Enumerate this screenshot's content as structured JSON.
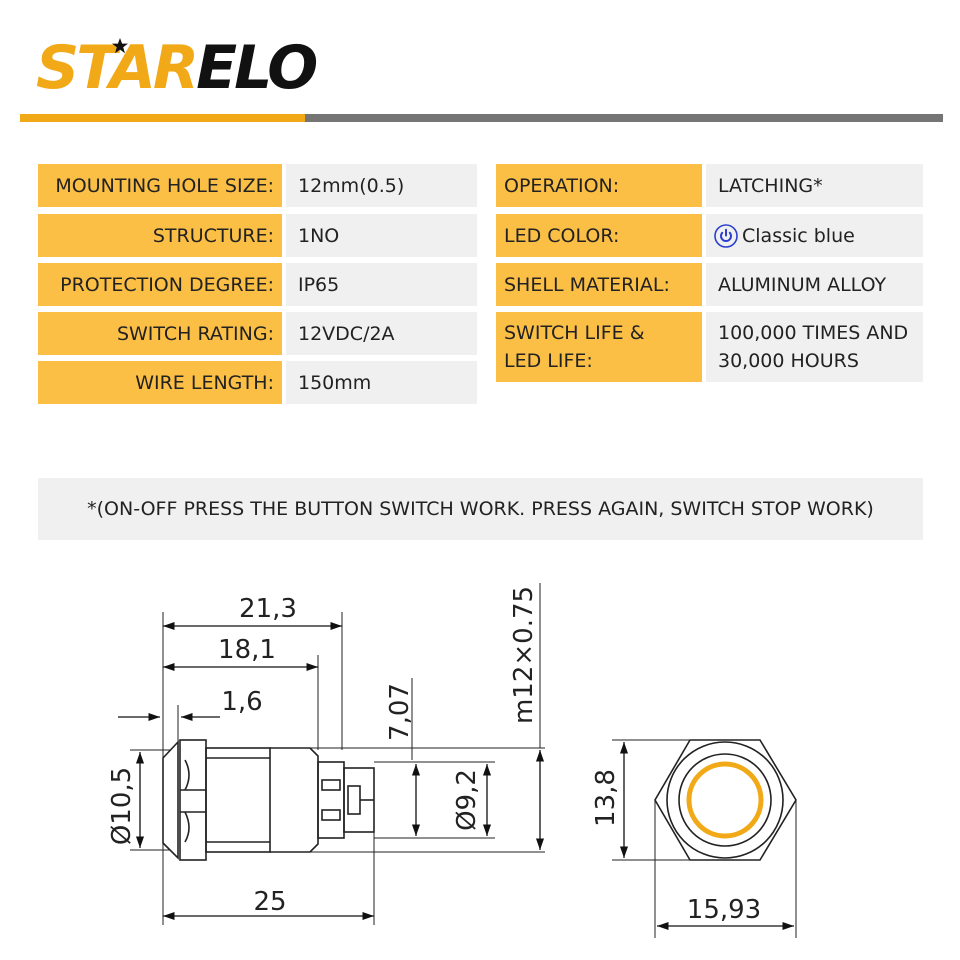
{
  "logo": {
    "part1": "ST",
    "star_letter": "A",
    "part2": "R",
    "part3": "ELO",
    "star_color": "#111111"
  },
  "colors": {
    "accent": "#f2a918",
    "label_bg": "#fbbf46",
    "value_bg": "#f0f0f0",
    "header_gray": "#757575",
    "led_blue": "#2a3fd0"
  },
  "specs_left": [
    {
      "label": "MOUNTING HOLE SIZE:",
      "value": "12mm(0.5)"
    },
    {
      "label": "STRUCTURE:",
      "value": "1NO"
    },
    {
      "label": "PROTECTION DEGREE:",
      "value": "IP65"
    },
    {
      "label": "SWITCH RATING:",
      "value": "12VDC/2A"
    },
    {
      "label": "WIRE LENGTH:",
      "value": "150mm"
    }
  ],
  "specs_right": [
    {
      "label": "OPERATION:",
      "value": "LATCHING*"
    },
    {
      "label": "LED COLOR:",
      "value": "Classic blue",
      "icon": "power-icon"
    },
    {
      "label": "SHELL MATERIAL:",
      "value": "ALUMINUM ALLOY"
    },
    {
      "label": "SWITCH LIFE &\nLED LIFE:",
      "value": "100,000 TIMES AND\n30,000 HOURS"
    }
  ],
  "note": "*(ON-OFF PRESS THE BUTTON SWITCH WORK. PRESS AGAIN, SWITCH STOP WORK)",
  "dimensions": {
    "d21_3": "21,3",
    "d18_1": "18,1",
    "d1_6": "1,6",
    "d7_07": "7,07",
    "thread": "m12×0.75",
    "d10_5": "Ø10,5",
    "d9_2": "Ø9,2",
    "d25": "25",
    "d13_8": "13,8",
    "d15_93": "15,93"
  }
}
